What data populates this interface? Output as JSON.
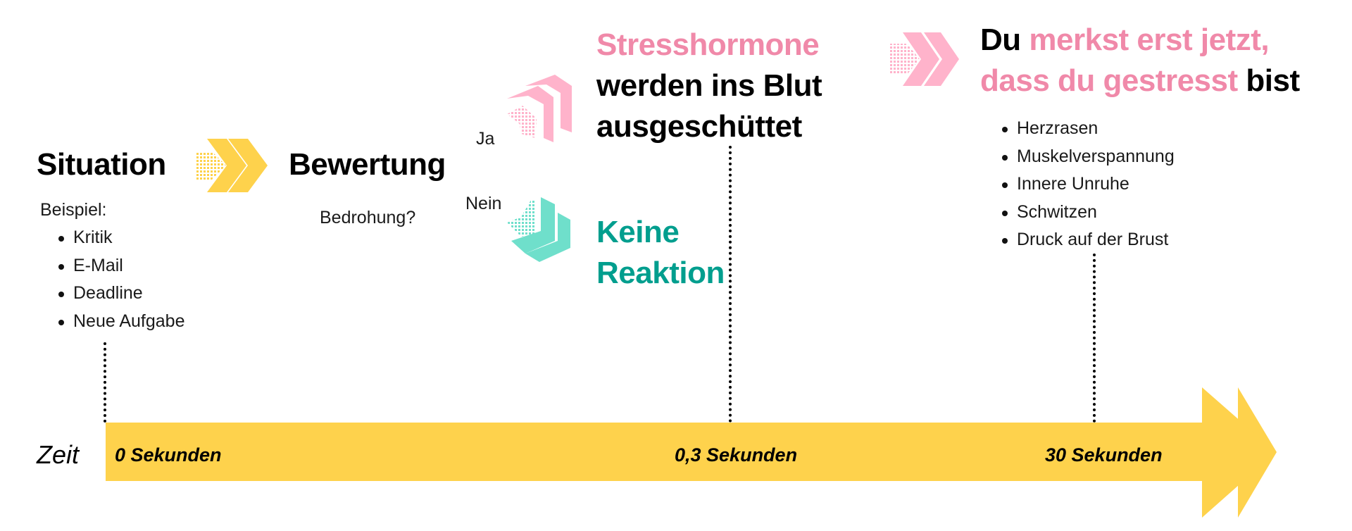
{
  "colors": {
    "timeline_yellow": "#fed24c",
    "chevron_yellow": "#fed24c",
    "chevron_pink": "#ffb3cb",
    "chevron_teal": "#6fdfcb",
    "text_pink": "#f089a9",
    "text_teal": "#009e8e",
    "text_dark": "#000000"
  },
  "stages": {
    "situation": {
      "title": "Situation",
      "subtitle": "Beispiel:",
      "examples": [
        "Kritik",
        "E-Mail",
        "Deadline",
        "Neue Aufgabe"
      ]
    },
    "bewertung": {
      "title": "Bewertung",
      "question": "Bedrohung?",
      "branch_yes": "Ja",
      "branch_no": "Nein"
    },
    "stresshormone": {
      "line1_highlight": "Stresshormone",
      "line2": "werden ins Blut",
      "line3": "ausgeschüttet"
    },
    "keine_reaktion": {
      "line1": "Keine",
      "line2": "Reaktion"
    },
    "gestresst": {
      "line1_plain": "Du",
      "line1_highlight": "merkst erst jetzt,",
      "line2_highlight": "dass du gestresst",
      "line2_plain": "bist",
      "symptoms": [
        "Herzrasen",
        "Muskelverspannung",
        "Innere Unruhe",
        "Schwitzen",
        "Druck auf der Brust"
      ]
    }
  },
  "icons": {
    "situation_to_bewertung": "double-chevron-right-icon",
    "yes_branch": "double-chevron-up-right-icon",
    "no_branch": "double-chevron-down-right-icon",
    "to_gestresst": "double-chevron-right-icon"
  },
  "timeline": {
    "axis_label": "Zeit",
    "markers": [
      {
        "label": "0 Sekunden"
      },
      {
        "label": "0,3 Sekunden"
      },
      {
        "label": "30 Sekunden"
      }
    ]
  }
}
